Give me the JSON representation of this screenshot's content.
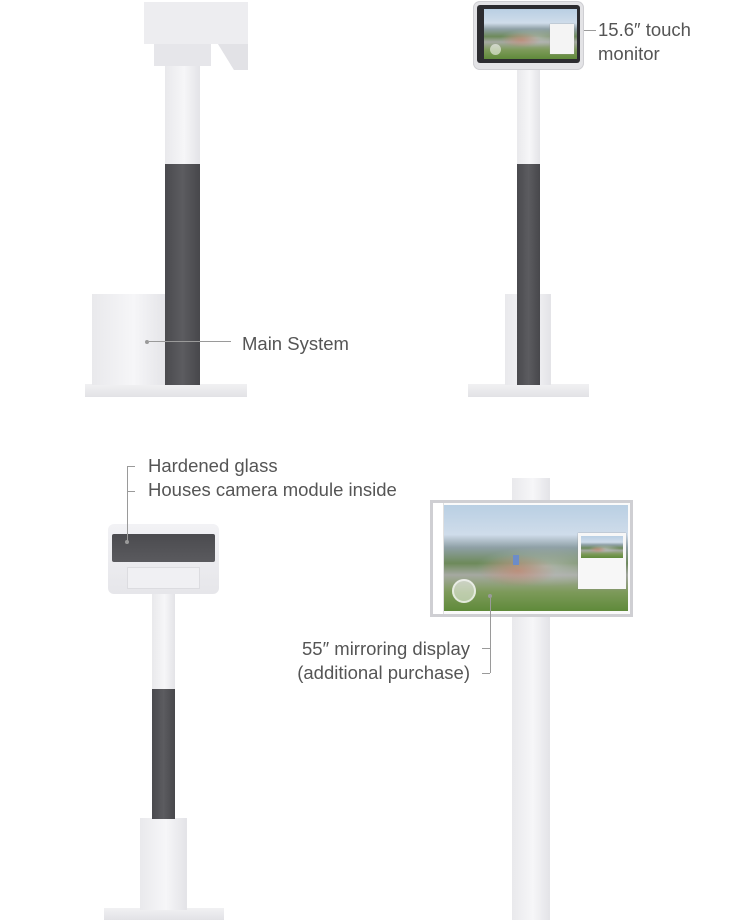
{
  "callouts": {
    "main_system": "Main System",
    "touch_monitor_line1": "15.6″ touch",
    "touch_monitor_line2": "monitor",
    "glass_line1": "Hardened glass",
    "glass_line2": "Houses camera module inside",
    "mirror_line1": "55″ mirroring display",
    "mirror_line2": "(additional purchase)"
  },
  "colors": {
    "label_text": "#555555",
    "leader_line": "#9a9a9a",
    "column_dark": "#505054",
    "body_white": "#eeeef1"
  }
}
